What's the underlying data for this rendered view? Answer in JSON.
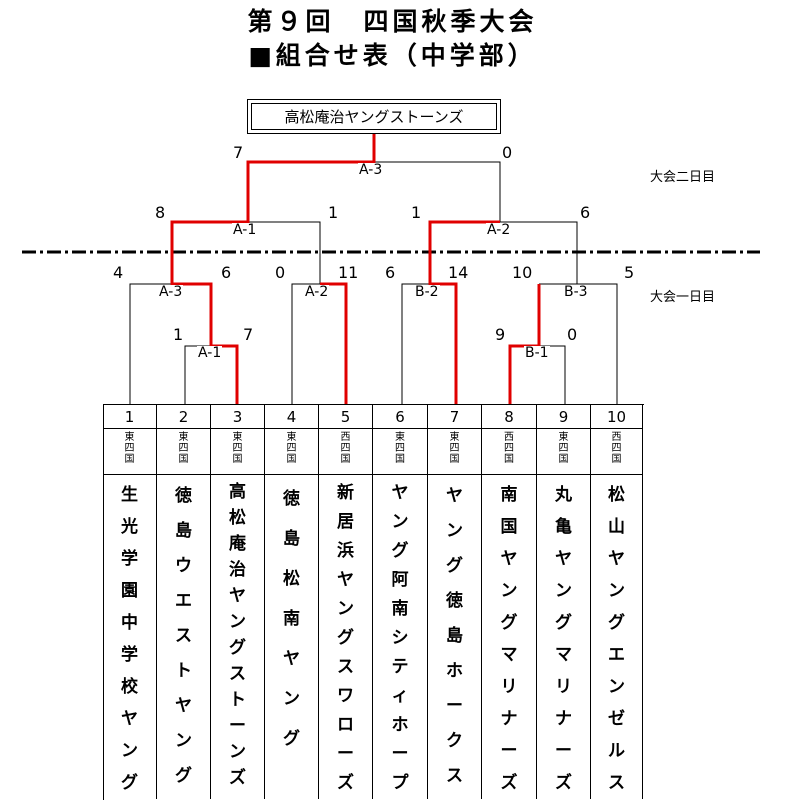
{
  "title": "第９回　四国秋季大会",
  "subtitle": "■組合せ表（中学部）",
  "champion": "高松庵治ヤングストーンズ",
  "days": {
    "day2": "大会二日目",
    "day1": "大会一日目"
  },
  "matches": [
    {
      "id": "A-1",
      "left_score": "1",
      "right_score": "7"
    },
    {
      "id": "B-1",
      "left_score": "9",
      "right_score": "0"
    },
    {
      "id": "A-3",
      "left_score": "4",
      "right_score": "6"
    },
    {
      "id": "A-2",
      "left_score": "0",
      "right_score": "11"
    },
    {
      "id": "B-2",
      "left_score": "6",
      "right_score": "14"
    },
    {
      "id": "B-3",
      "left_score": "10",
      "right_score": "5"
    },
    {
      "id": "A-1",
      "left_score": "8",
      "right_score": "1"
    },
    {
      "id": "A-2",
      "left_score": "1",
      "right_score": "6"
    },
    {
      "id": "A-3",
      "left_score": "7",
      "right_score": "0"
    }
  ],
  "teams": [
    {
      "num": "1",
      "region": "東四国",
      "name": "生光学園中学校ヤング"
    },
    {
      "num": "2",
      "region": "東四国",
      "name": "徳島ウエストヤング"
    },
    {
      "num": "3",
      "region": "東四国",
      "name": "高松庵治ヤングストーンズ"
    },
    {
      "num": "4",
      "region": "東四国",
      "name": "徳島松南ヤング"
    },
    {
      "num": "5",
      "region": "西四国",
      "name": "新居浜ヤングスワローズ"
    },
    {
      "num": "6",
      "region": "東四国",
      "name": "ヤング阿南シティホープ"
    },
    {
      "num": "7",
      "region": "東四国",
      "name": "ヤング徳島ホークス"
    },
    {
      "num": "8",
      "region": "西四国",
      "name": "南国ヤングマリナーズ"
    },
    {
      "num": "9",
      "region": "東四国",
      "name": "丸亀ヤングマリナーズ"
    },
    {
      "num": "10",
      "region": "西四国",
      "name": "松山ヤングエンゼルス"
    }
  ]
}
